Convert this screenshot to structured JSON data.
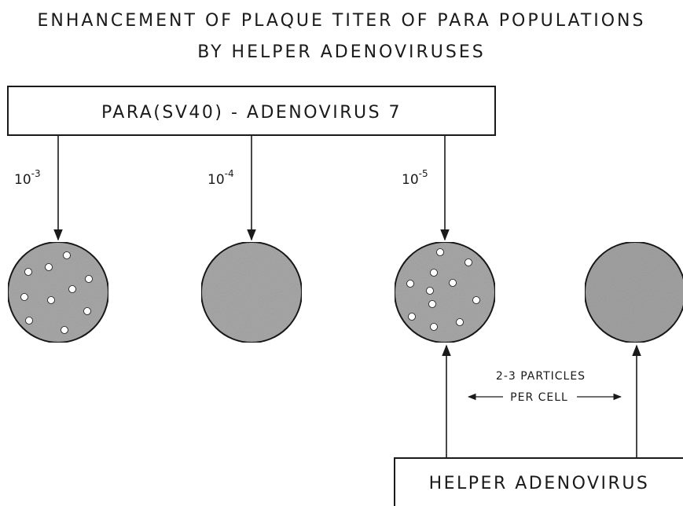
{
  "title": {
    "line1": "ENHANCEMENT OF PLAQUE TITER OF PARA POPULATIONS",
    "line2": "BY HELPER ADENOVIRUSES"
  },
  "top_box": {
    "label": "PARA(SV40) - ADENOVIRUS 7"
  },
  "dilutions": [
    {
      "base": "10",
      "exponent": "-3"
    },
    {
      "base": "10",
      "exponent": "-4"
    },
    {
      "base": "10",
      "exponent": "-5"
    }
  ],
  "plates": [
    {
      "plaques_visible": 10
    },
    {
      "plaques_visible": 0
    },
    {
      "plaques_visible": 11
    },
    {
      "plaques_visible": 0
    }
  ],
  "helper_note": {
    "line1": "2-3 PARTICLES",
    "line2": "PER CELL"
  },
  "bottom_box": {
    "label": "HELPER ADENOVIRUS"
  },
  "colors": {
    "ink": "#1a1a1a",
    "plate_fill": "#a9a9a9",
    "plaque_fill": "#ffffff",
    "background": "#ffffff"
  }
}
